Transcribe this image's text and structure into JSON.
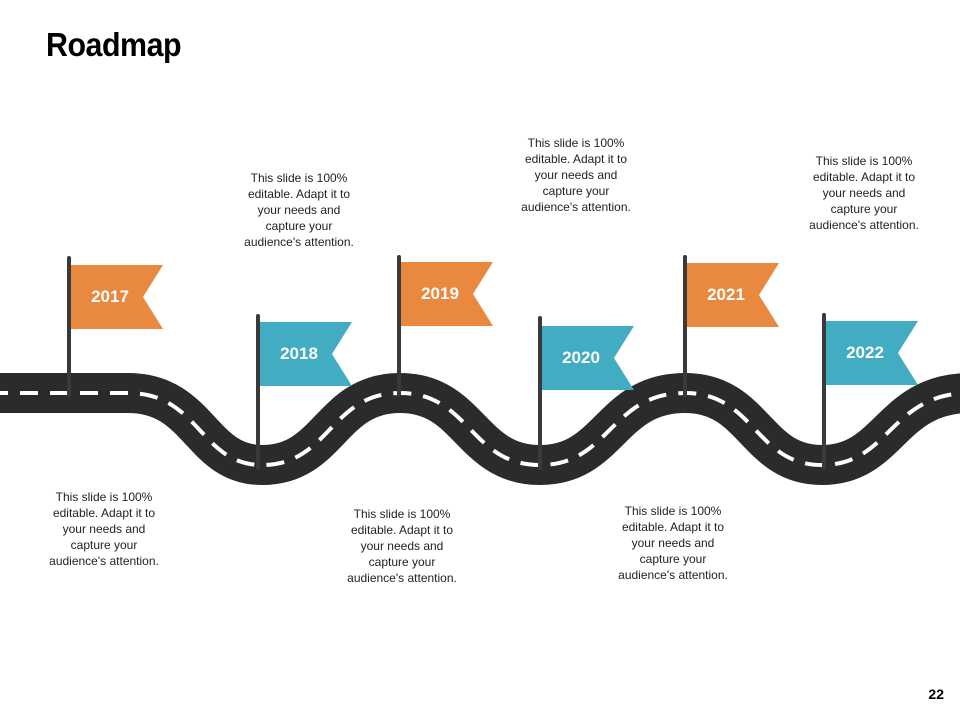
{
  "slide": {
    "title": "Roadmap",
    "page_number": "22"
  },
  "colors": {
    "orange": "#E8893F",
    "teal": "#42ACC2",
    "road": "#2B2B2B",
    "pole": "#3A3A3A",
    "dash": "#FFFFFF"
  },
  "milestones": [
    {
      "year": "2017",
      "color": "orange",
      "note": [
        "This slide is 100%",
        "editable. Adapt it to",
        "your needs and",
        "capture your",
        "audience's attention."
      ]
    },
    {
      "year": "2018",
      "color": "teal",
      "note": [
        "This slide is 100%",
        "editable. Adapt it to",
        "your needs and",
        "capture your",
        "audience's attention."
      ]
    },
    {
      "year": "2019",
      "color": "orange",
      "note": [
        "This slide is 100%",
        "editable. Adapt it to",
        "your needs and",
        "capture your",
        "audience's attention."
      ]
    },
    {
      "year": "2020",
      "color": "teal",
      "note": [
        "This slide is 100%",
        "editable. Adapt it to",
        "your needs and",
        "capture your",
        "audience's attention."
      ]
    },
    {
      "year": "2021",
      "color": "orange",
      "note": [
        "This slide is 100%",
        "editable. Adapt it to",
        "your needs and",
        "capture your",
        "audience's attention."
      ]
    },
    {
      "year": "2022",
      "color": "teal",
      "note": [
        "This slide is 100%",
        "editable. Adapt it to",
        "your needs and",
        "capture your",
        "audience's attention."
      ]
    }
  ]
}
